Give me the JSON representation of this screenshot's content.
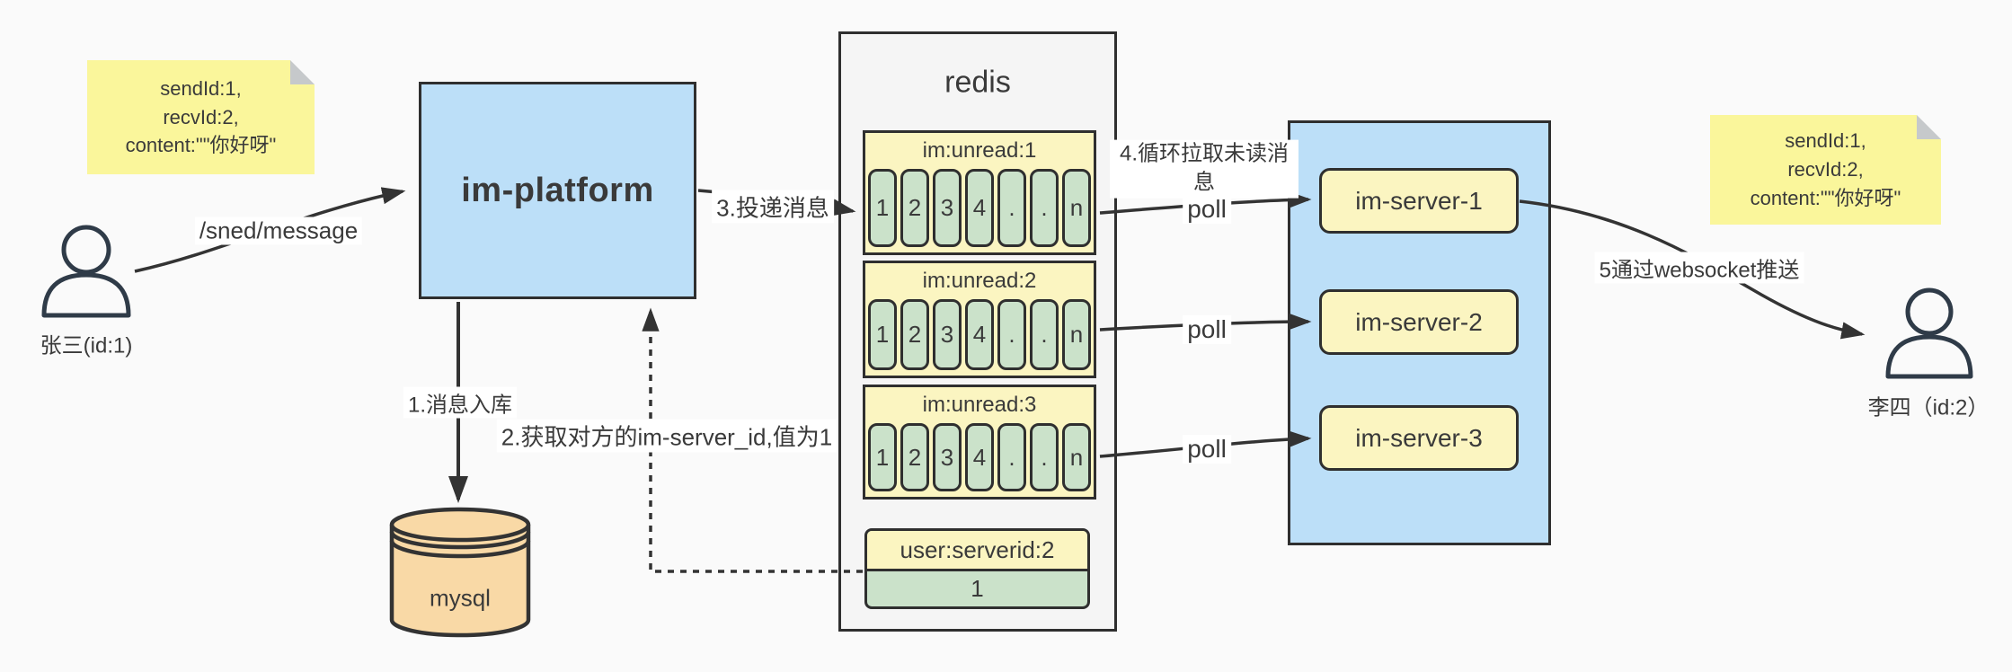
{
  "colors": {
    "background": "#fafafa",
    "stroke": "#333333",
    "blue_fill": "#bcdff8",
    "yellow_fill": "#fbf5c1",
    "green_fill": "#cbe2ca",
    "note_fill": "#faf69b",
    "orange_fill": "#f9d9a6",
    "panel_fill": "#f5f5f5"
  },
  "notes": {
    "left": {
      "line1": "sendId:1,",
      "line2": "recvId:2,",
      "line3": "content:\"\"你好呀\""
    },
    "right": {
      "line1": "sendId:1,",
      "line2": "recvId:2,",
      "line3": "content:\"\"你好呀\""
    }
  },
  "actors": {
    "sender": {
      "label": "张三(id:1)"
    },
    "receiver": {
      "label": "李四（id:2）"
    }
  },
  "platform": {
    "label": "im-platform"
  },
  "database": {
    "label": "mysql"
  },
  "redis": {
    "title": "redis",
    "queues": [
      {
        "name": "im:unread:1",
        "cells": [
          "1",
          "2",
          "3",
          "4",
          ".",
          ".",
          "n"
        ]
      },
      {
        "name": "im:unread:2",
        "cells": [
          "1",
          "2",
          "3",
          "4",
          ".",
          ".",
          "n"
        ]
      },
      {
        "name": "im:unread:3",
        "cells": [
          "1",
          "2",
          "3",
          "4",
          ".",
          ".",
          "n"
        ]
      }
    ],
    "kv": {
      "key": "user:serverid:2",
      "value": "1"
    }
  },
  "servers": [
    {
      "label": "im-server-1"
    },
    {
      "label": "im-server-2"
    },
    {
      "label": "im-server-3"
    }
  ],
  "edges": {
    "send": "/sned/message",
    "step1": "1.消息入库",
    "step2": "2.获取对方的im-server_id,值为1",
    "step3": "3.投递消息",
    "step4": "4.循环拉取未读消息",
    "step5": "5通过websocket推送",
    "poll": "poll"
  }
}
